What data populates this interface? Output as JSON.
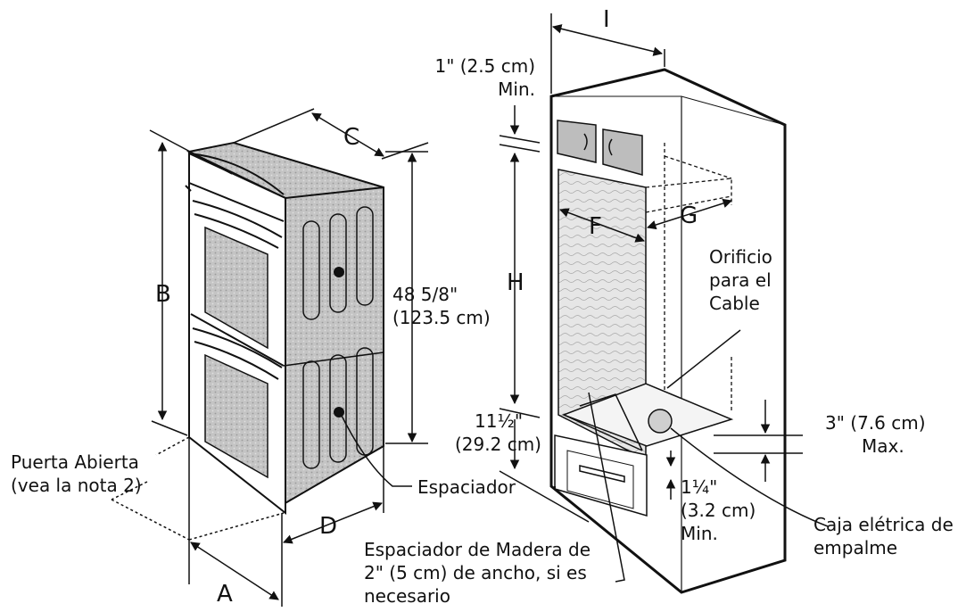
{
  "labels": {
    "A": "A",
    "B": "B",
    "C": "C",
    "D": "D",
    "F": "F",
    "G": "G",
    "H": "H",
    "I": "I"
  },
  "oven_height": [
    "48 5/8\"",
    "(123.5 cm)"
  ],
  "door_open_note": [
    "Puerta Abierta",
    "(vea la nota 2)"
  ],
  "spacer": "Espaciador",
  "wood_spacer_note": [
    "Espaciador de Madera de",
    "2\" (5 cm) de ancho, si es",
    "necesario"
  ],
  "top_clearance": [
    "1\" (2.5 cm)",
    "Min."
  ],
  "cable_hole": [
    "Orificio",
    "para el",
    "Cable"
  ],
  "bottom_height": [
    "11½\"",
    "(29.2 cm)"
  ],
  "junction_max": [
    "3\" (7.6 cm)",
    "Max."
  ],
  "drawer_clearance": [
    "1¼\"",
    "(3.2 cm)",
    "Min."
  ],
  "junction_box": [
    "Caja elétrica de",
    "empalme"
  ],
  "colors": {
    "oven_side": "#b9b9b9",
    "cabinet_back": "#dcdcdc",
    "line": "#111111"
  }
}
